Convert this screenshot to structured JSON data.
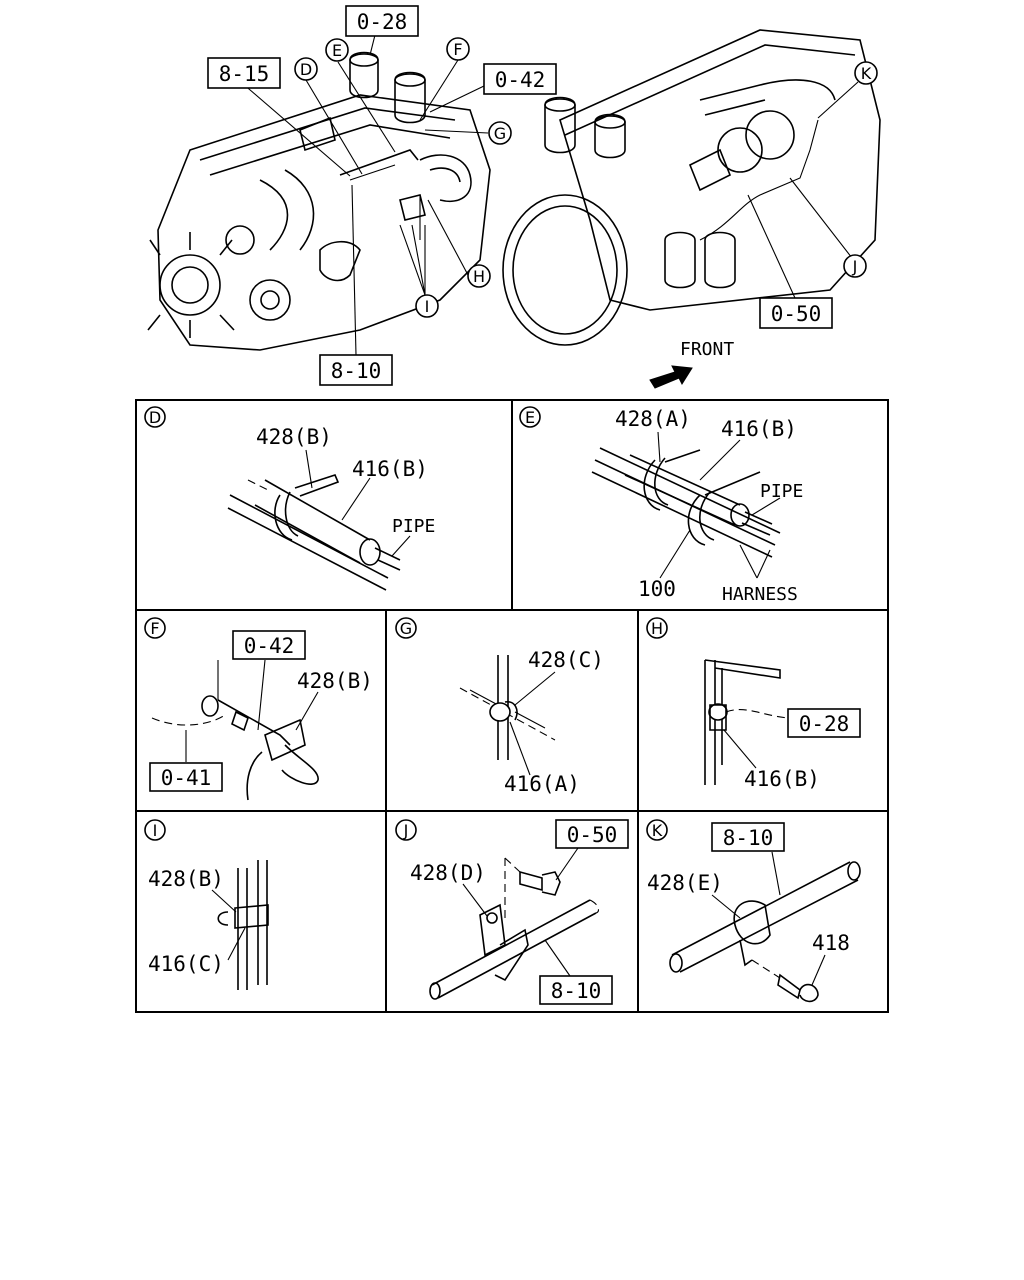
{
  "overview": {
    "refs": {
      "r028": "0-28",
      "r815": "8-15",
      "r042": "0-42",
      "r810": "8-10",
      "r050": "0-50"
    },
    "callouts": [
      "D",
      "E",
      "F",
      "G",
      "H",
      "I",
      "J",
      "K"
    ],
    "front_label": "FRONT"
  },
  "panels": {
    "D": {
      "letter": "D",
      "labels": [
        "428(B)",
        "416(B)",
        "PIPE"
      ]
    },
    "E": {
      "letter": "E",
      "labels": [
        "428(A)",
        "416(B)",
        "PIPE",
        "100",
        "HARNESS"
      ]
    },
    "F": {
      "letter": "F",
      "refs": [
        "0-42",
        "0-41"
      ],
      "labels": [
        "428(B)"
      ]
    },
    "G": {
      "letter": "G",
      "labels": [
        "428(C)",
        "416(A)"
      ]
    },
    "H": {
      "letter": "H",
      "refs": [
        "0-28"
      ],
      "labels": [
        "416(B)"
      ]
    },
    "I": {
      "letter": "I",
      "labels": [
        "428(B)",
        "416(C)"
      ]
    },
    "J": {
      "letter": "J",
      "refs": [
        "0-50",
        "8-10"
      ],
      "labels": [
        "428(D)"
      ]
    },
    "K": {
      "letter": "K",
      "refs": [
        "8-10"
      ],
      "labels": [
        "428(E)",
        "418"
      ]
    }
  }
}
